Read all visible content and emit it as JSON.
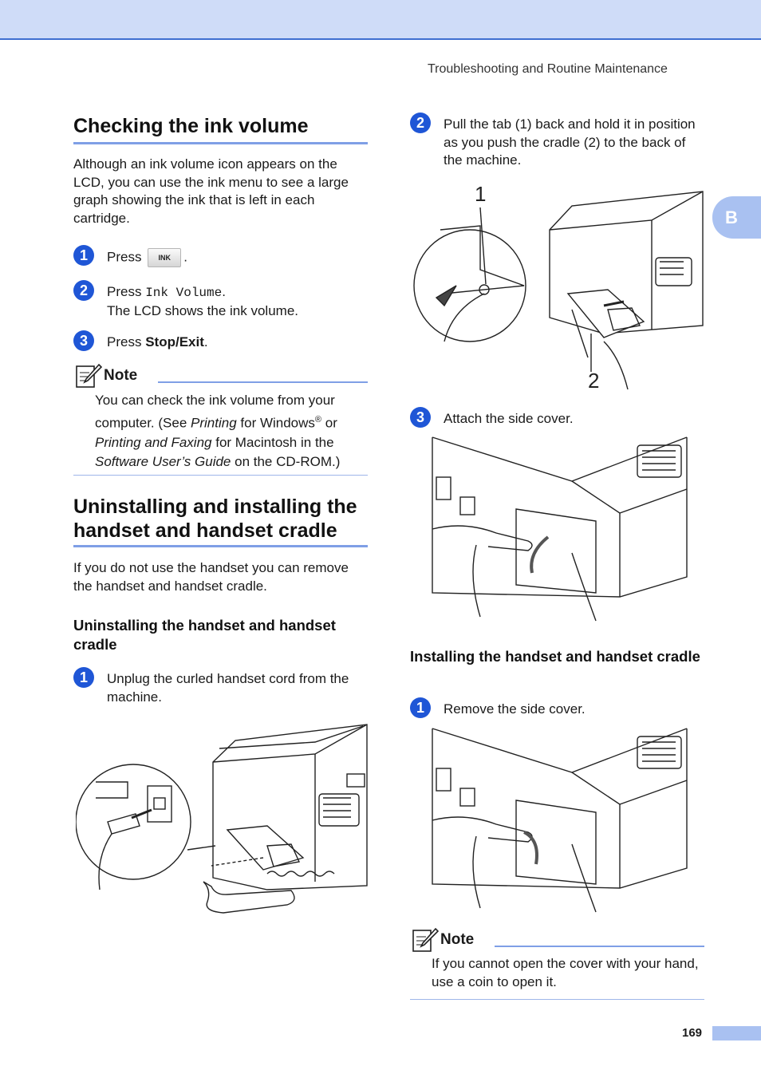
{
  "header": {
    "running_head": "Troubleshooting and Routine Maintenance",
    "side_tab": "B",
    "page_number": "169"
  },
  "section1": {
    "title": "Checking the ink volume",
    "intro": "Although an ink volume icon appears on the LCD, you can use the ink menu to see a large graph showing the ink that is left in each cartridge.",
    "steps": [
      {
        "num": "1",
        "pre": "Press",
        "button": "INK",
        "post": "."
      },
      {
        "num": "2",
        "pre": "Press",
        "code": "Ink Volume",
        "post": ".",
        "line2": "The LCD shows the ink volume."
      },
      {
        "num": "3",
        "pre": "Press",
        "bold": "Stop/Exit",
        "post": "."
      }
    ],
    "note": {
      "label": "Note",
      "t1": "You can check the ink volume from your computer. (See",
      "i1": "Printing",
      "t2": "for Windows",
      "reg": "®",
      "t3": "or",
      "i2": "Printing and Faxing",
      "t4": "for Macintosh in the",
      "i3": "Software User’s Guide",
      "t5": "on the CD-ROM.)"
    }
  },
  "section2": {
    "title": "Uninstalling and installing the handset and handset cradle",
    "intro": "If you do not use the handset you can remove the handset and handset cradle.",
    "uninstall": {
      "heading": "Uninstalling the handset and handset cradle",
      "steps": [
        {
          "num": "1",
          "text": "Unplug the curled handset cord from the machine."
        },
        {
          "num": "2",
          "text": "Pull the tab (1) back and hold it in position as you push the cradle (2) to the back of the machine."
        },
        {
          "num": "3",
          "text": "Attach the side cover."
        }
      ],
      "callout_1": "1",
      "callout_2": "2"
    },
    "install": {
      "heading": "Installing the handset and handset cradle",
      "steps": [
        {
          "num": "1",
          "text": "Remove the side cover."
        }
      ],
      "note": {
        "label": "Note",
        "text": "If you cannot open the cover with your hand, use a coin to open it."
      }
    }
  },
  "colors": {
    "accent_blue": "#1f56d6",
    "rule_blue": "#7f9fe6",
    "topbar": "#cfdcf8",
    "tab": "#a9c1f1"
  }
}
